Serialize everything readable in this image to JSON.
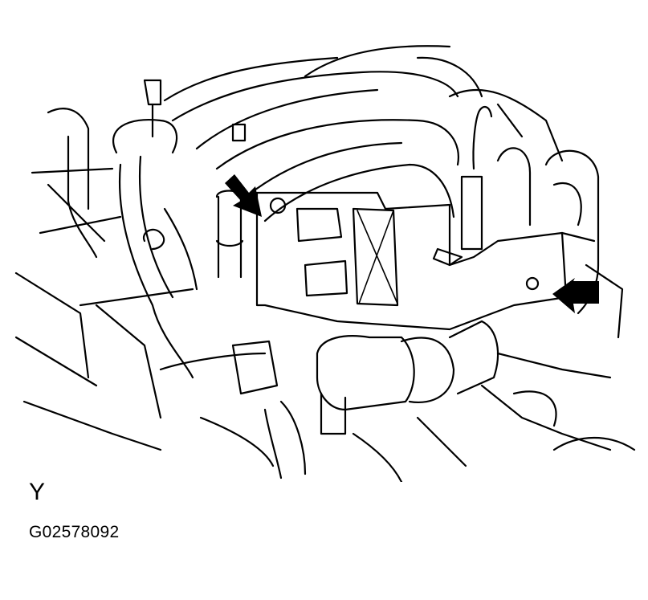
{
  "figure": {
    "type": "engine-bay-line-drawing",
    "callouts": [
      {
        "name": "left-arrow",
        "points_to": "bolt-left",
        "direction": "down-right"
      },
      {
        "name": "right-arrow",
        "points_to": "bolt-right",
        "direction": "left"
      }
    ],
    "colors": {
      "line": "#000000",
      "background": "#ffffff"
    }
  },
  "labels": {
    "view_label": "Y",
    "figure_id": "G02578092"
  }
}
